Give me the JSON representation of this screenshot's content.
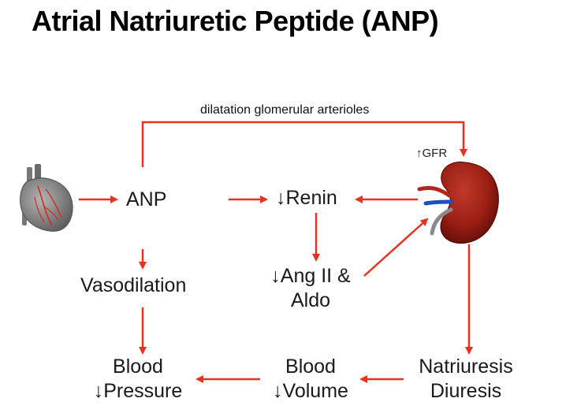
{
  "title": "Atrial Natriuretic Peptide (ANP)",
  "labels": {
    "dilatation": "dilatation glomerular arterioles",
    "gfr": "↑GFR",
    "anp": "ANP",
    "renin": "↓Renin",
    "ang_line1": "↓Ang II &",
    "ang_line2": "Aldo",
    "vasodilation": "Vasodilation",
    "bp_line1": "Blood",
    "bp_line2": "↓Pressure",
    "bv_line1": "Blood",
    "bv_line2": "↓Volume",
    "nd_line1": "Natriuresis",
    "nd_line2": "Diuresis"
  },
  "colors": {
    "arrow": "#e8311f",
    "kidney": "#8b1a10",
    "heart": "#7a7a7a"
  },
  "icons": [
    "heart-icon",
    "kidney-icon"
  ]
}
